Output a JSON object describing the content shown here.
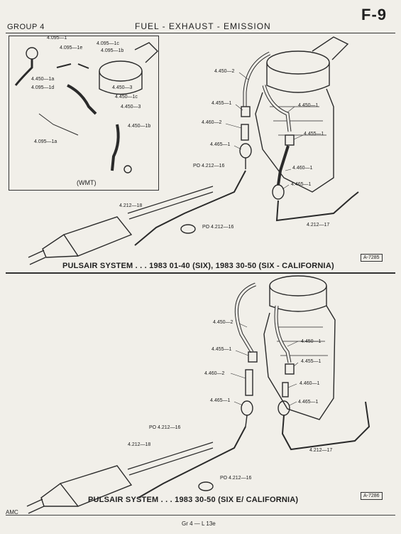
{
  "header": {
    "group": "GROUP 4",
    "title": "FUEL - EXHAUST - EMISSION",
    "page": "F-9"
  },
  "diagram_top": {
    "inset": {
      "labels": [
        "4.095—1",
        "4.095—1e",
        "4.095—1c",
        "4.095—1b",
        "4.450—1a",
        "4.095—1d",
        "4.450—3",
        "4.450—1c",
        "4.450—3",
        "4.450—1b",
        "4.095—1a"
      ],
      "caption": "(WMT)"
    },
    "labels": [
      "4.450—2",
      "4.455—1",
      "4.460—2",
      "4.465—1",
      "4.450—1",
      "4.455—1",
      "4.460—1",
      "4.465—1",
      "PO 4.212—16",
      "4.212—18",
      "PO 4.212—16",
      "4.212—17"
    ],
    "caption": "PULSAIR SYSTEM . . . 1983  01-40 (SIX), 1983  30-50 (SIX - CALIFORNIA)",
    "ref": "A-7285"
  },
  "diagram_bottom": {
    "labels": [
      "4.450—2",
      "4.450—1",
      "4.455—1",
      "4.455—1",
      "4.460—2",
      "4.460—1",
      "4.465—1",
      "4.465—1",
      "PO 4.212—16",
      "4.212—18",
      "4.212—17",
      "PO 4.212—16"
    ],
    "caption": "PULSAIR SYSTEM . . . 1983  30-50 (SIX E/ CALIFORNIA)",
    "ref": "A-7286"
  },
  "footer": {
    "left": "AMC",
    "center": "Gr 4 — L 13e"
  }
}
